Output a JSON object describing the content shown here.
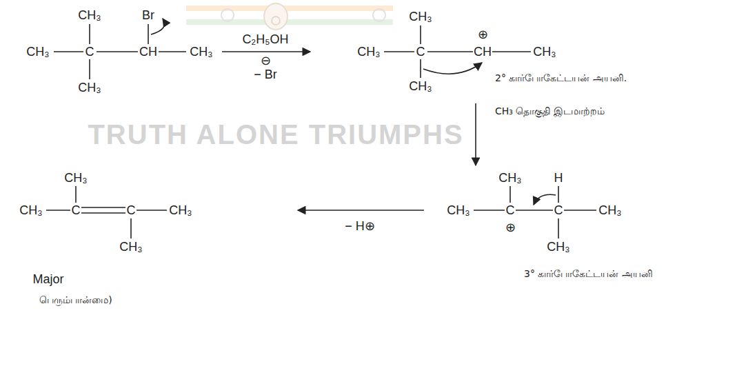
{
  "diagram": {
    "labels": [
      "CH₃",
      "Br",
      "CH₃",
      "C",
      "CH",
      "CH₃",
      "CH₃",
      "C₂H₅OH",
      "⊖",
      "− Br",
      "CH₃",
      "⊕",
      "CH₃",
      "C",
      "CH",
      "CH₃",
      "CH₃",
      "2° கார்போகேட்டயன் அயனி.",
      "CH₃ தொகுதி இடமாற்றம்",
      "TRUTH ALONE TRIUMPHS",
      "CH₃",
      "H",
      "CH₃",
      "C",
      "C",
      "CH₃",
      "⊕",
      "CH₃",
      "3° கார்போகேட்டயன் அயனி",
      "CH₃",
      "CH₃",
      "C",
      "C",
      "CH₃",
      "CH₃",
      "− H⊕",
      "Major",
      "பெரும்பான்மை)"
    ]
  }
}
